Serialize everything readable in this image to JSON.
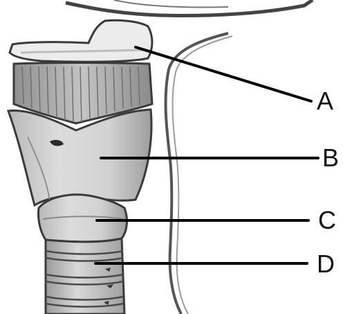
{
  "labels": [
    {
      "id": "A",
      "text": "A"
    },
    {
      "id": "B",
      "text": "B"
    },
    {
      "id": "C",
      "text": "C"
    },
    {
      "id": "D",
      "text": "D"
    }
  ],
  "colors": {
    "outline": "#3a3a3a",
    "cartilage_light": "#e6e6e6",
    "cartilage_mid": "#cfcfcf",
    "cartilage_dark": "#a9a9a9",
    "leader_line": "#000000"
  }
}
